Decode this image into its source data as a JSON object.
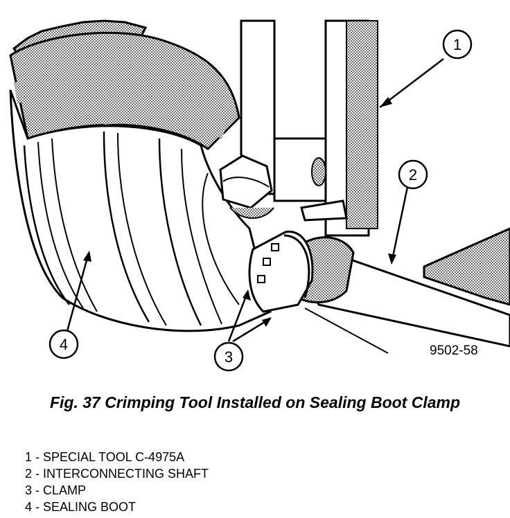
{
  "figure": {
    "art_id": "9502-58",
    "caption": "Fig. 37 Crimping Tool Installed on Sealing Boot Clamp"
  },
  "callouts": [
    {
      "number": "1"
    },
    {
      "number": "2"
    },
    {
      "number": "3"
    },
    {
      "number": "4"
    }
  ],
  "legend": [
    "1 - SPECIAL TOOL C-4975A",
    "2 - INTERCONNECTING SHAFT",
    "3 - CLAMP",
    "4 - SEALING BOOT"
  ],
  "colors": {
    "ink": "#000000",
    "paper": "#ffffff",
    "shade": "#8c8c8c"
  }
}
